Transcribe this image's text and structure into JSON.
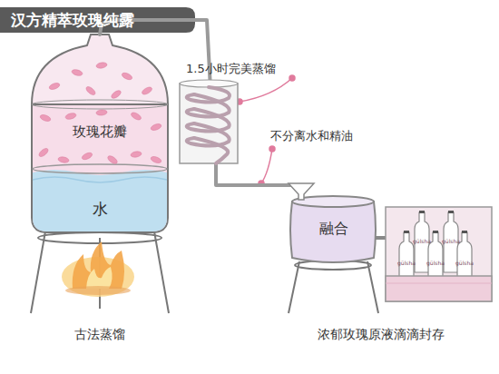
{
  "diagram": {
    "title": "汉方精萃玫瑰纯露",
    "nodes": [
      {
        "text": [
          "玫瑰花瓣",
          "水"
        ]
      },
      {
        "text": [
          "融合"
        ]
      }
    ],
    "edges": [
      {
        "from": 0,
        "to": 1,
        "arrow": "none"
      }
    ],
    "labels": [
      "1.5小时完美蒸馏",
      "不分离水和精油",
      "古法蒸馏",
      "浓郁玫瑰原液滴滴封存",
      "gülsha",
      "gülsha",
      "gülsha",
      "gülsha",
      "gülsha"
    ]
  }
}
